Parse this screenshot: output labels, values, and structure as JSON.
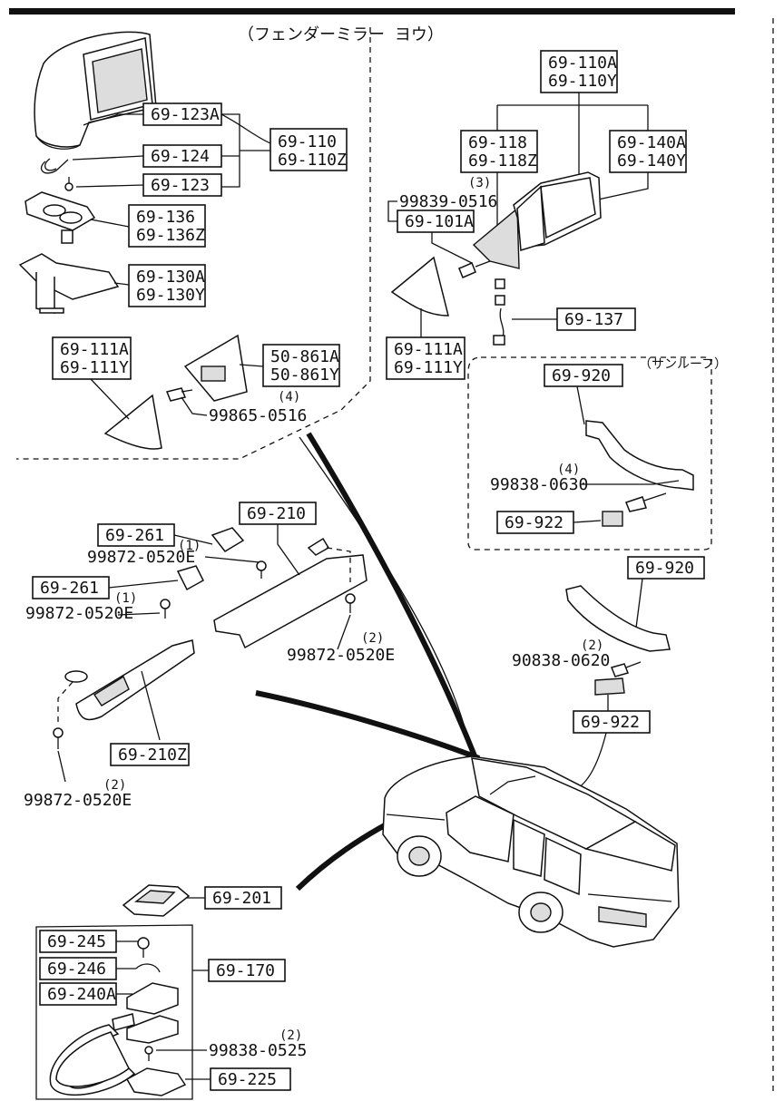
{
  "sections": {
    "fender_mirror": {
      "title": "（フェンダーミラー ヨウ）",
      "labels": {
        "part_69_123A": "69-123A",
        "part_69_110": "69-110",
        "part_69_110Z": "69-110Z",
        "part_69_124": "69-124",
        "part_69_123": "69-123",
        "part_69_136": "69-136",
        "part_69_136Z": "69-136Z",
        "part_69_130A": "69-130A",
        "part_69_130Y": "69-130Y",
        "part_69_111A": "69-111A",
        "part_69_111Y": "69-111Y",
        "part_50_861A": "50-861A",
        "part_50_861Y": "50-861Y",
        "qty_4": "(4)",
        "screw_99865_0516": "99865-0516"
      }
    },
    "door_mirror": {
      "labels": {
        "part_69_110A": "69-110A",
        "part_69_110Y": "69-110Y",
        "part_69_118": "69-118",
        "part_69_118Z": "69-118Z",
        "part_69_140A": "69-140A",
        "part_69_140Y": "69-140Y",
        "qty_3": "(3)",
        "screw_99839_0516": "99839-0516",
        "part_69_101A": "69-101A",
        "part_69_137": "69-137",
        "part_69_111A": "69-111A",
        "part_69_111Y": "69-111Y"
      }
    },
    "sunroof": {
      "title": "（サンルーフ）",
      "labels": {
        "part_69_920": "69-920",
        "qty_4": "(4)",
        "screw_99838_0630": "99838-0630",
        "part_69_922": "69-922"
      }
    },
    "sun_visor": {
      "labels": {
        "part_69_261_a": "69-261",
        "qty_1_a": "(1)",
        "screw_99872_0520E_a": "99872-0520E",
        "part_69_210": "69-210",
        "part_69_261_b": "69-261",
        "qty_1_b": "(1)",
        "screw_99872_0520E_b": "99872-0520E",
        "qty_2_a": "(2)",
        "screw_99872_0520E_c": "99872-0520E",
        "part_69_210Z": "69-210Z",
        "qty_2_b": "(2)",
        "screw_99872_0520E_d": "99872-0520E"
      }
    },
    "assist_grip": {
      "labels": {
        "part_69_920": "69-920",
        "qty_2": "(2)",
        "screw_90838_0620": "90838-0620",
        "part_69_922": "69-922"
      }
    },
    "room_mirror": {
      "labels": {
        "part_69_201": "69-201",
        "part_69_245": "69-245",
        "part_69_246": "69-246",
        "part_69_170": "69-170",
        "part_69_240A": "69-240A",
        "qty_2": "(2)",
        "screw_99838_0525": "99838-0525",
        "part_69_225": "69-225"
      }
    }
  }
}
